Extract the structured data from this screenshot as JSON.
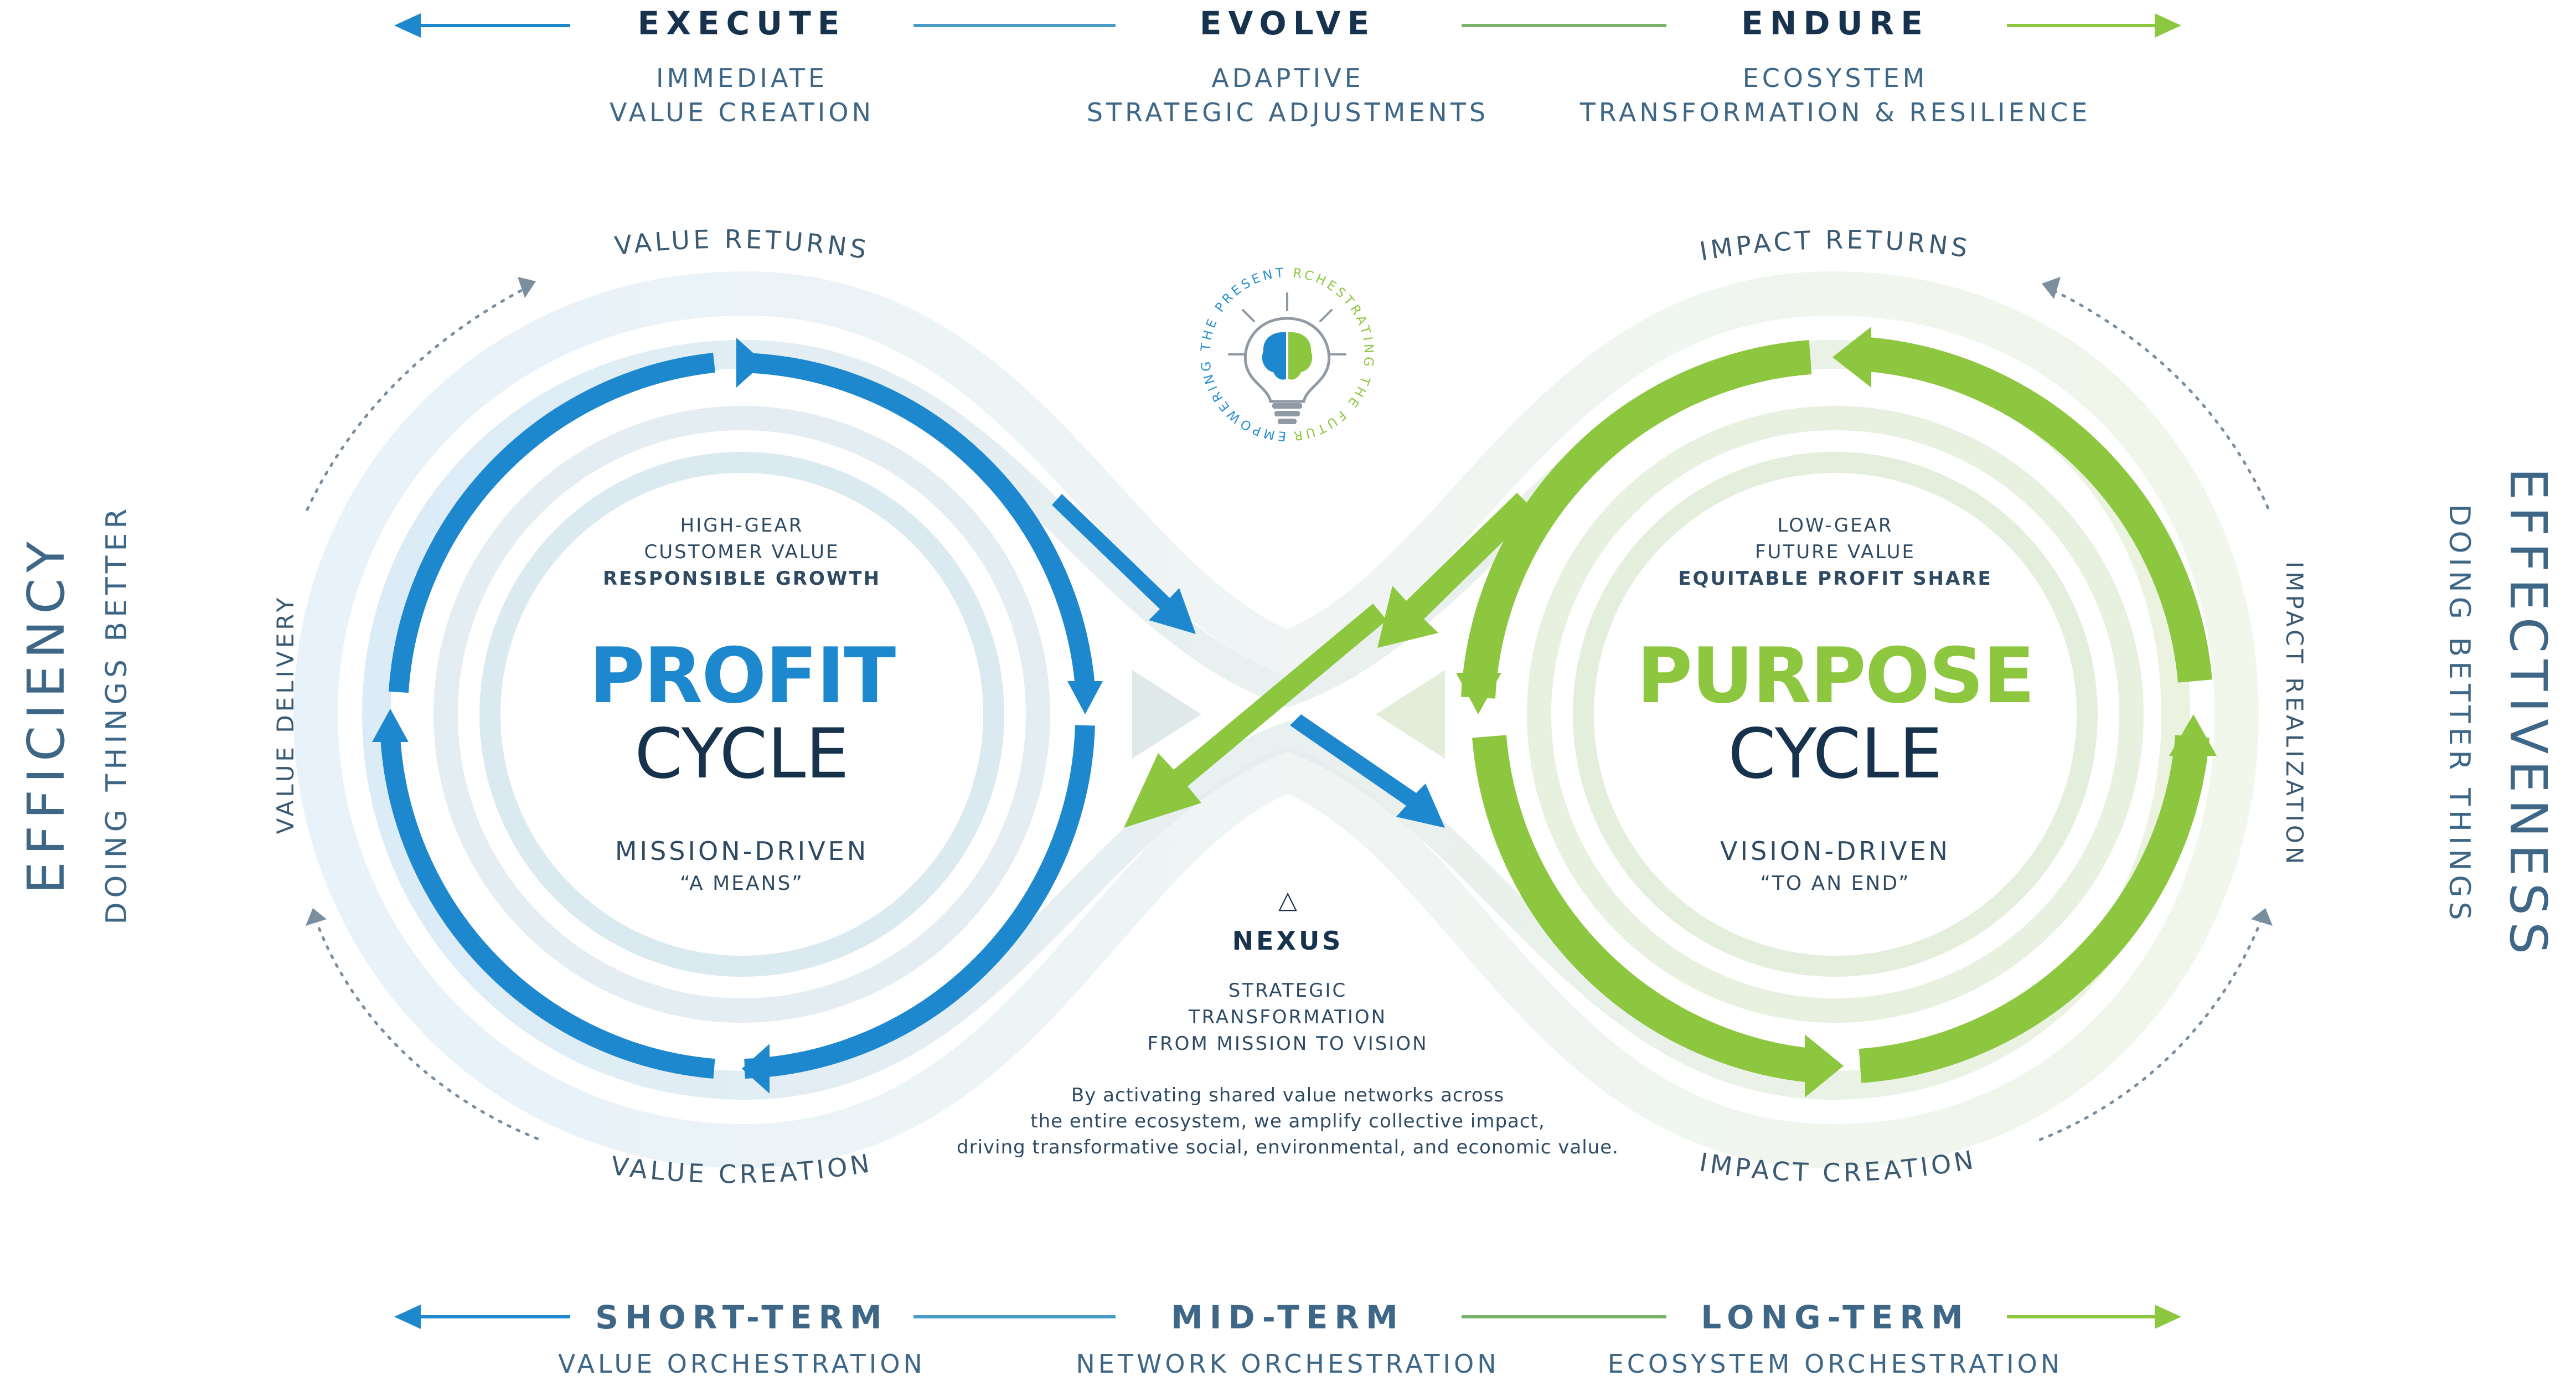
{
  "header": {
    "phases": [
      {
        "title": "EXECUTE",
        "subtitle_lines": [
          "IMMEDIATE",
          "VALUE CREATION"
        ]
      },
      {
        "title": "EVOLVE",
        "subtitle_lines": [
          "ADAPTIVE",
          "STRATEGIC ADJUSTMENTS"
        ]
      },
      {
        "title": "ENDURE",
        "subtitle_lines": [
          "ECOSYSTEM",
          "TRANSFORMATION & RESILIENCE"
        ]
      }
    ]
  },
  "footer": {
    "horizons": [
      {
        "title": "SHORT-TERM",
        "subtitle": "VALUE ORCHESTRATION"
      },
      {
        "title": "MID-TERM",
        "subtitle": "NETWORK ORCHESTRATION"
      },
      {
        "title": "LONG-TERM",
        "subtitle": "ECOSYSTEM ORCHESTRATION"
      }
    ]
  },
  "sides": {
    "left": {
      "main": "EFFICIENCY",
      "sub": "DOING THINGS BETTER"
    },
    "right": {
      "main": "EFFECTIVENESS",
      "sub": "DOING BETTER THINGS"
    }
  },
  "loop_labels": {
    "value_returns": "VALUE RETURNS",
    "value_delivery": "VALUE DELIVERY",
    "value_creation": "VALUE CREATION",
    "impact_returns": "IMPACT RETURNS",
    "impact_realization": "IMPACT REALIZATION",
    "impact_creation": "IMPACT CREATION"
  },
  "profit_cycle": {
    "notes": [
      "HIGH-GEAR",
      "CUSTOMER VALUE",
      "RESPONSIBLE GROWTH"
    ],
    "title_top": "PROFIT",
    "title_bottom": "CYCLE",
    "driver": "MISSION-DRIVEN",
    "quote": "“A MEANS”"
  },
  "purpose_cycle": {
    "notes": [
      "LOW-GEAR",
      "FUTURE VALUE",
      "EQUITABLE PROFIT SHARE"
    ],
    "title_top": "PURPOSE",
    "title_bottom": "CYCLE",
    "driver": "VISION-DRIVEN",
    "quote": "“TO AN END”"
  },
  "nexus": {
    "symbol": "△",
    "title": "NEXUS",
    "subtitle_lines": [
      "STRATEGIC",
      "TRANSFORMATION",
      "FROM MISSION TO VISION"
    ],
    "body_lines": [
      "By activating shared value networks across",
      "the entire ecosystem, we amplify collective impact,",
      "driving transformative social, environmental, and economic value."
    ]
  },
  "logo": {
    "ring_left": "EMPOWERING THE PRESENT",
    "ring_right": "ORCHESTRATING THE FUTURE"
  },
  "colors": {
    "blue": "#1e88cf",
    "green": "#8dc63f",
    "navy": "#17324d",
    "slate": "#3e6787",
    "light_blue_band": "#d5e8f5",
    "light_green_band": "#e4efd6",
    "neutral_band": "#e3ecef"
  }
}
